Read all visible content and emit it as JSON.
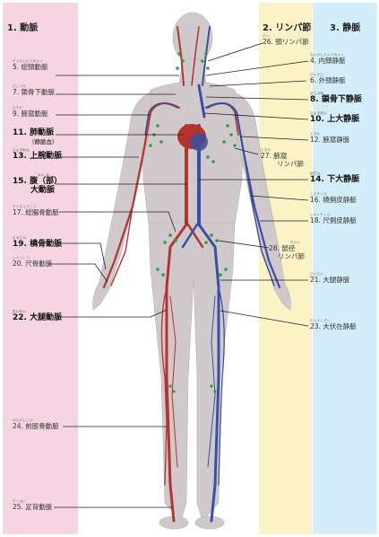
{
  "columns": {
    "arteries": {
      "title": "1. 動脈",
      "color": "#f6d5e2"
    },
    "lymph": {
      "title": "2. リンパ節",
      "ruby": "せつ",
      "color": "#fbf3c6"
    },
    "veins": {
      "title": "3. 静脈",
      "ruby": "じょうみゃく",
      "color": "#d3eef9"
    }
  },
  "colors": {
    "artery": "#b3342c",
    "vein": "#3b4fa0",
    "lymph_node": "#2e9d3a",
    "body": "#cfc9cc",
    "leader": "#222222"
  },
  "artery_labels": [
    {
      "id": "5",
      "ruby": "そうけいどうみゃく",
      "text": "5. 総頸動脈",
      "bold": false
    },
    {
      "id": "7",
      "ruby": "さこつか",
      "text": "7. 鎖骨下動脈",
      "bold": false
    },
    {
      "id": "9",
      "ruby": "えきか",
      "text": "9. 腋窩動脈",
      "bold": false
    },
    {
      "id": "11",
      "ruby": "",
      "text": "11. 肺動脈",
      "sub": "（静脈血）",
      "bold": true
    },
    {
      "id": "13",
      "ruby": "じょうわん",
      "text": "13. 上腕動脈",
      "bold": true
    },
    {
      "id": "15",
      "ruby": "ふく ぶ",
      "text": "15. 腹（部）",
      "sub": "大動脈",
      "bold": true
    },
    {
      "id": "17",
      "ruby": "そうちょうこつ",
      "text": "17. 総腸骨動脈",
      "bold": false
    },
    {
      "id": "19",
      "ruby": "とうこつ",
      "text": "19. 橈骨動脈",
      "bold": true
    },
    {
      "id": "20",
      "ruby": "しゃっこつ",
      "text": "20. 尺骨動脈",
      "bold": false
    },
    {
      "id": "22",
      "ruby": "だいたい",
      "text": "22. 大腿動脈",
      "bold": true
    },
    {
      "id": "24",
      "ruby": "ぜんけいこつ",
      "text": "24. 前脛骨動脈",
      "bold": false
    },
    {
      "id": "25",
      "ruby": "そくはい",
      "text": "25. 足背動脈",
      "bold": false
    }
  ],
  "vein_labels": [
    {
      "id": "26",
      "ruby": "けい",
      "text": "26. 頸リンパ節",
      "bold": false
    },
    {
      "id": "4",
      "ruby": "ないけいじょうみゃく",
      "text": "4. 内頸静脈",
      "bold": false
    },
    {
      "id": "6",
      "ruby": "がいけい",
      "text": "6. 外頸静脈",
      "bold": false
    },
    {
      "id": "8",
      "ruby": "さこつか",
      "text": "8. 鎖骨下静脈",
      "bold": true
    },
    {
      "id": "10",
      "ruby": "じょうだい",
      "text": "10. 上大静脈",
      "bold": true
    },
    {
      "id": "12",
      "ruby": "えきか",
      "text": "12. 腋窩静脈",
      "bold": false
    },
    {
      "id": "27",
      "ruby": "えきか",
      "text": "27. 腋窩",
      "sub": "リンパ節",
      "bold": false
    },
    {
      "id": "14",
      "ruby": "かだい",
      "text": "14. 下大静脈",
      "bold": true
    },
    {
      "id": "16",
      "ruby": "とうそくひ",
      "text": "16. 橈側皮静脈",
      "bold": false
    },
    {
      "id": "18",
      "ruby": "しゃくそくひ",
      "text": "18. 尺側皮静脈",
      "bold": false
    },
    {
      "id": "28",
      "ruby": "そけい",
      "text": "28. 鼠径",
      "sub": "リンパ節",
      "bold": false
    },
    {
      "id": "21",
      "ruby": "だいたい",
      "text": "21. 大腿静脈",
      "bold": false
    },
    {
      "id": "23",
      "ruby": "だいふくざい",
      "text": "23. 大伏在静脈",
      "bold": false
    }
  ]
}
